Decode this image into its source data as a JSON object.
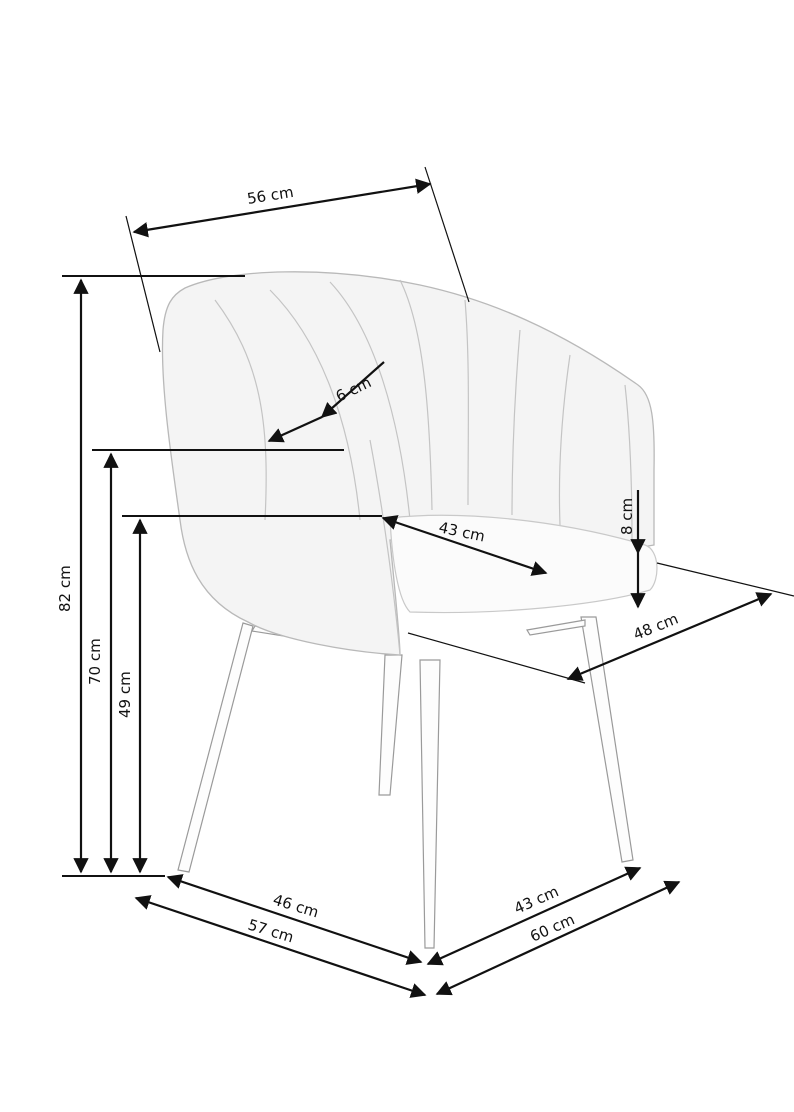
{
  "diagram": {
    "subject": "Upholstered armchair with metal legs — dimension drawing",
    "unit": "cm",
    "colors": {
      "line": "#111111",
      "chair_outline": "#b9b9b9",
      "chair_fill": "#f4f4f4",
      "background": "#ffffff"
    },
    "dimensions": {
      "back_width": {
        "label": "56 cm",
        "value": 56,
        "meaning": "overall backrest width"
      },
      "armrest_thickness": {
        "label": "6 cm",
        "value": 6,
        "meaning": "armrest / shell thickness"
      },
      "total_height": {
        "label": "82 cm",
        "value": 82,
        "meaning": "overall height"
      },
      "armrest_height": {
        "label": "70 cm",
        "value": 70,
        "meaning": "armrest height from floor"
      },
      "seat_height": {
        "label": "49 cm",
        "value": 49,
        "meaning": "seat height from floor"
      },
      "seat_depth": {
        "label": "43 cm",
        "value": 43,
        "meaning": "seat depth"
      },
      "cushion_thickness": {
        "label": "8 cm",
        "value": 8,
        "meaning": "seat cushion thickness"
      },
      "seat_width": {
        "label": "48 cm",
        "value": 48,
        "meaning": "seat width"
      },
      "leg_span_side": {
        "label": "46 cm",
        "value": 46,
        "meaning": "leg footprint, side"
      },
      "overall_depth": {
        "label": "57 cm",
        "value": 57,
        "meaning": "overall depth"
      },
      "leg_span_front": {
        "label": "43 cm",
        "value": 43,
        "meaning": "leg footprint, front"
      },
      "overall_width": {
        "label": "60 cm",
        "value": 60,
        "meaning": "overall width"
      }
    }
  }
}
